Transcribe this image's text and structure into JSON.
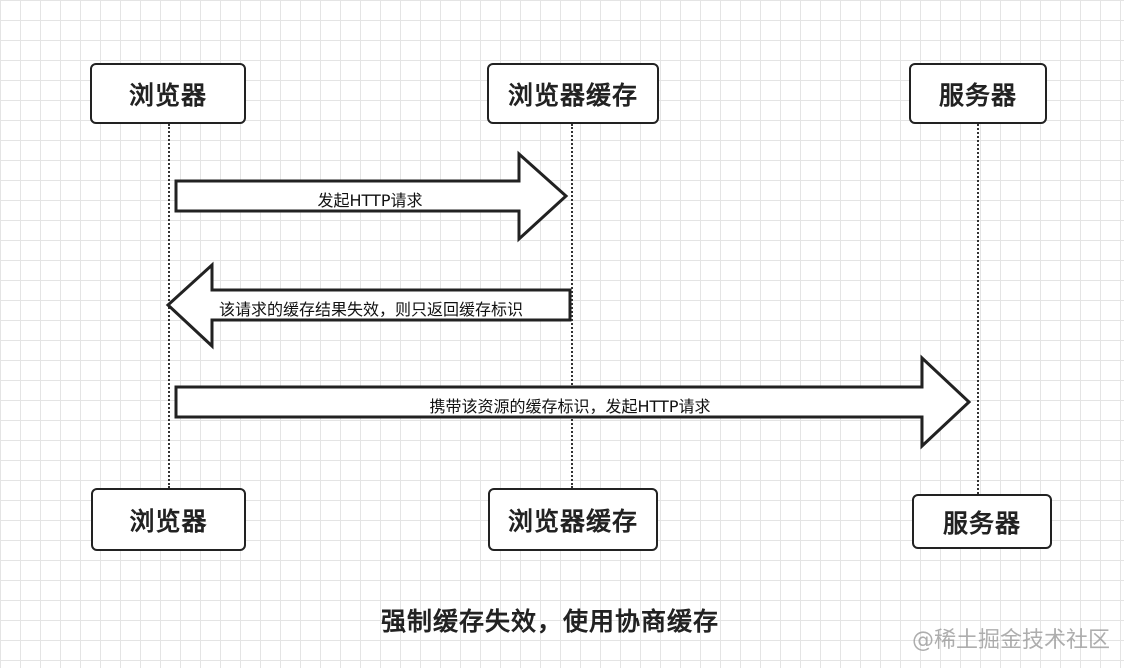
{
  "actors": {
    "browser": "浏览器",
    "browser_cache": "浏览器缓存",
    "server": "服务器"
  },
  "messages": {
    "m1": "发起HTTP请求",
    "m2": "该请求的缓存结果失效，则只返回缓存标识",
    "m3": "携带该资源的缓存标识，发起HTTP请求"
  },
  "caption": "强制缓存失效，使用协商缓存",
  "watermark": "@稀土掘金技术社区",
  "colors": {
    "stroke": "#222222",
    "grid": "#e4e4e4",
    "watermark": "#9a9a9a"
  }
}
